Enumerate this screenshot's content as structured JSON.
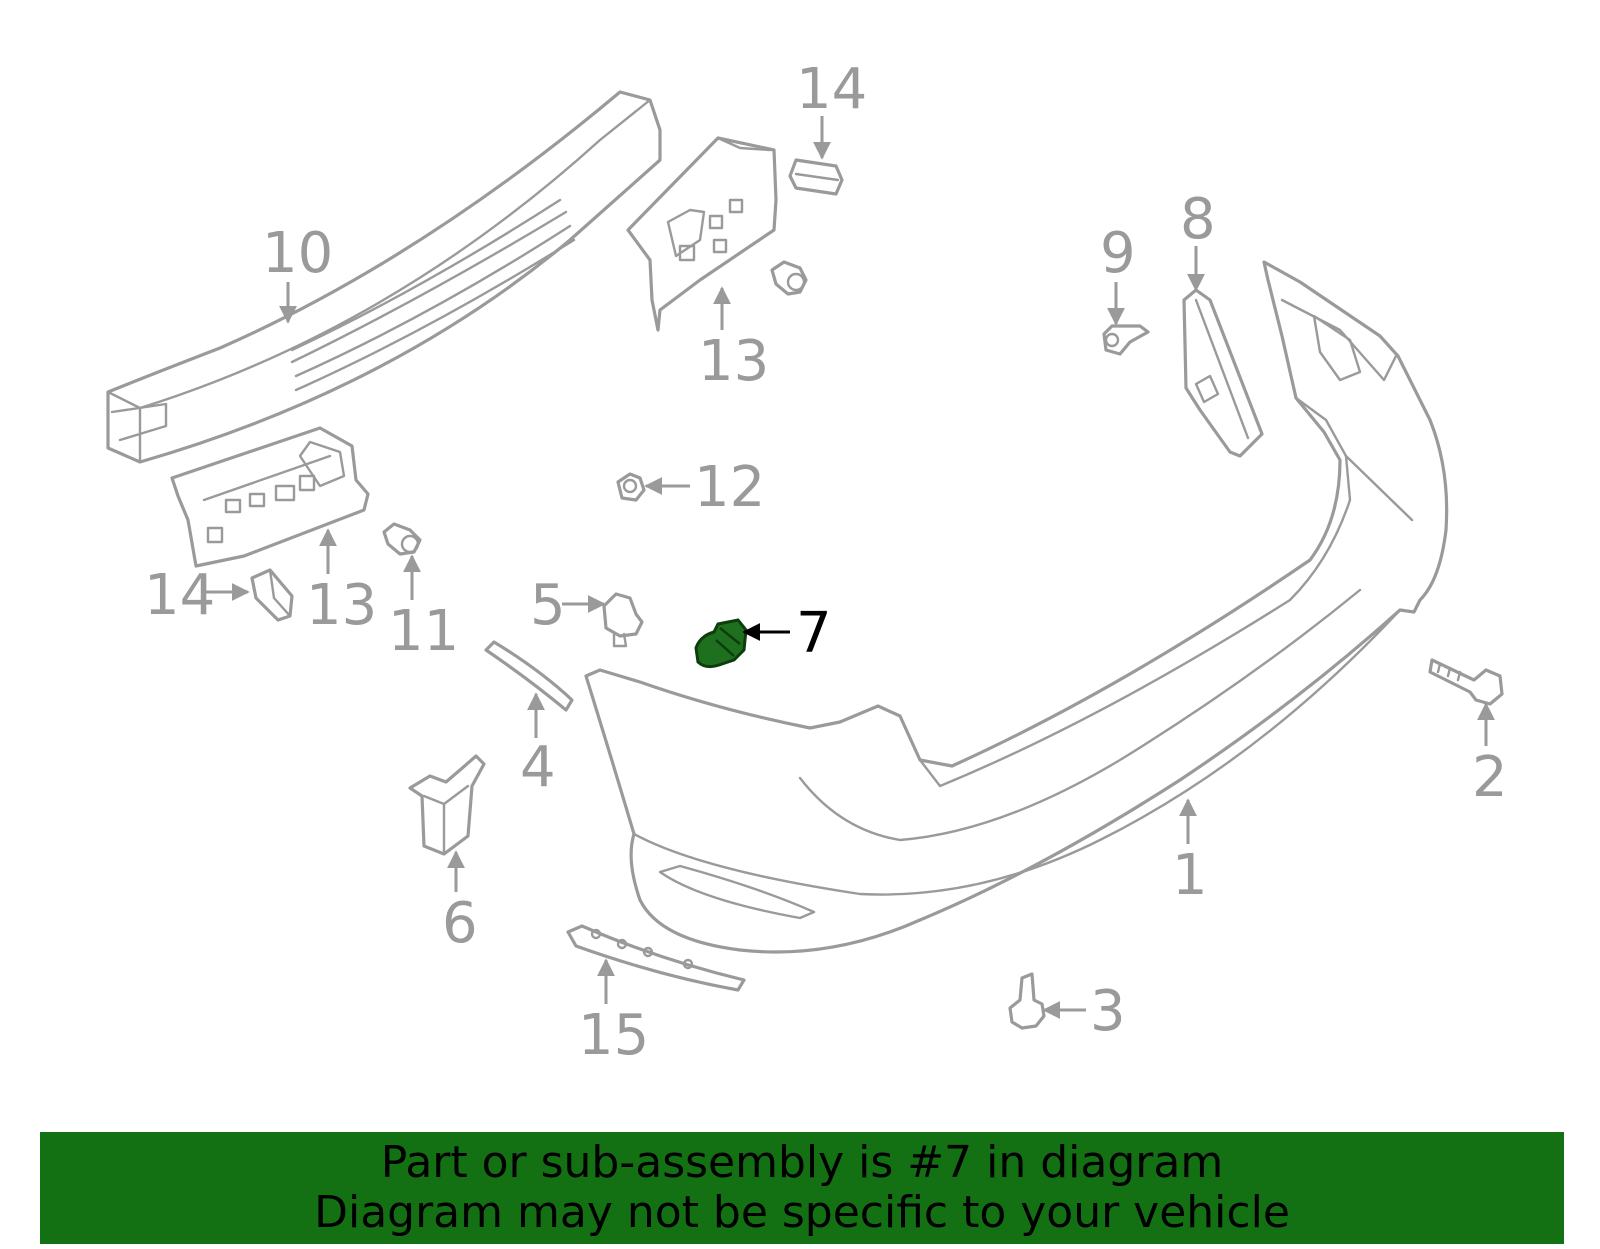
{
  "diagram": {
    "highlighted_part": "7",
    "highlight_color": "#1E6F1E",
    "line_color": "#9A9A9A",
    "callouts": [
      "1",
      "2",
      "3",
      "4",
      "5",
      "6",
      "7",
      "8",
      "9",
      "10",
      "11",
      "12",
      "13",
      "13",
      "14",
      "14",
      "15"
    ]
  },
  "footer": {
    "line1": "Part or sub-assembly is #7 in diagram",
    "line2": "Diagram may not be specific to your vehicle",
    "background": "#137013"
  }
}
